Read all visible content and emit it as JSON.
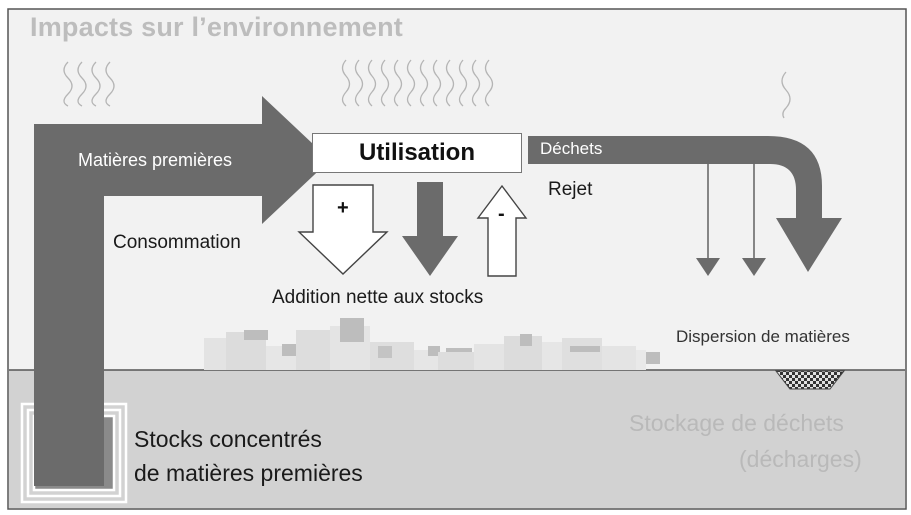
{
  "title": "Impacts sur l’environnement",
  "labels": {
    "raw_materials": "Matières premières",
    "utilisation": "Utilisation",
    "waste": "Déchets",
    "release": "Rejet",
    "consumption": "Consommation",
    "net_addition": "Addition nette aux stocks",
    "plus": "+",
    "minus": "-",
    "dispersion": "Dispersion de matières",
    "stocks_line1": "Stocks concentrés",
    "stocks_line2": "de matières premières",
    "storage_line1": "Stockage de déchets",
    "storage_line2": "(décharges)"
  },
  "colors": {
    "background_upper": "#f2f2f2",
    "ground": "#d2d2d2",
    "arrow_dark": "#6b6b6b",
    "title_gray": "#bdbdbd",
    "storage_text": "#b9b9b9"
  }
}
